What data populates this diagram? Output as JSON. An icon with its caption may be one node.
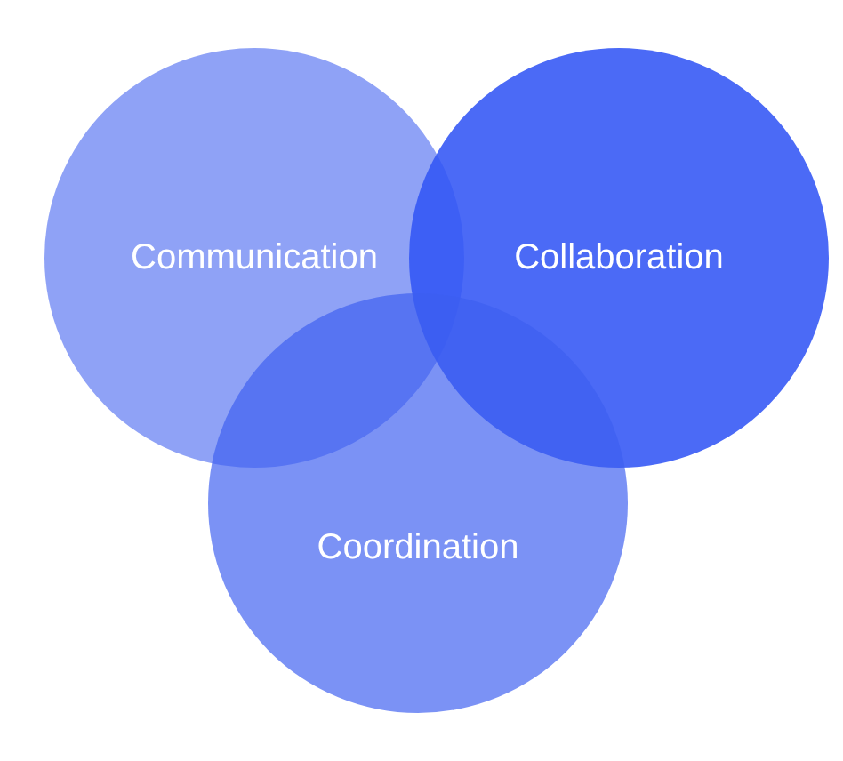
{
  "diagram": {
    "nodes": [
      {
        "text": [
          "Communication"
        ]
      },
      {
        "text": [
          "Collaboration"
        ]
      },
      {
        "text": [
          "Coordination"
        ]
      }
    ]
  }
}
